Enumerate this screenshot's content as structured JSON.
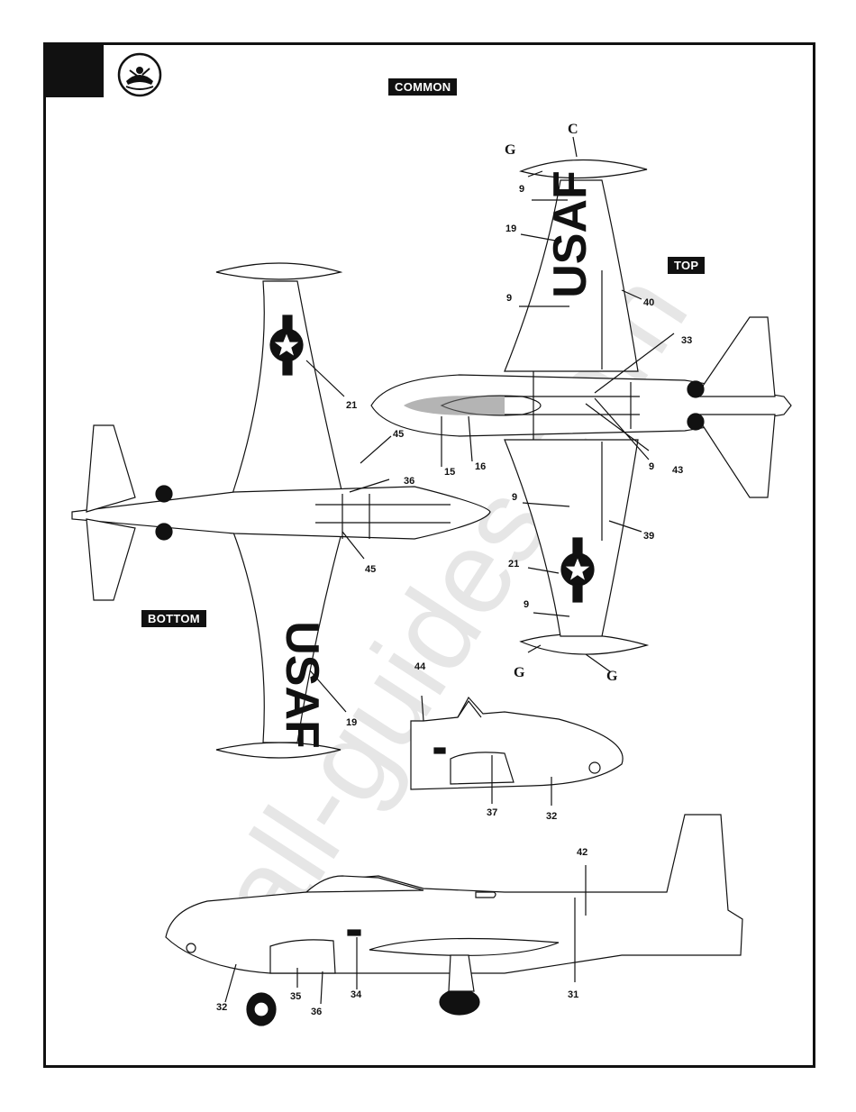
{
  "header": {
    "section_label": "COMMON"
  },
  "views": {
    "top_label": "TOP",
    "bottom_label": "BOTTOM"
  },
  "markings": {
    "usaf_text": "USAF",
    "watermark": "all-guides.com"
  },
  "callouts": {
    "top_view": [
      "9",
      "19",
      "9",
      "40",
      "33",
      "15",
      "16",
      "9",
      "43",
      "9",
      "39",
      "21",
      "9"
    ],
    "top_view_letters": [
      "C",
      "G",
      "G",
      "G"
    ],
    "bottom_view": [
      "21",
      "45",
      "36",
      "45",
      "19"
    ],
    "side_detail": [
      "44",
      "37",
      "32"
    ],
    "side_profile": [
      "42",
      "31",
      "32",
      "35",
      "36",
      "34"
    ]
  },
  "colors": {
    "ink": "#111111",
    "paper": "#ffffff",
    "watermark": "#e6e6e6"
  },
  "icons": {
    "logo": "pilot-cockpit-emblem-icon"
  }
}
